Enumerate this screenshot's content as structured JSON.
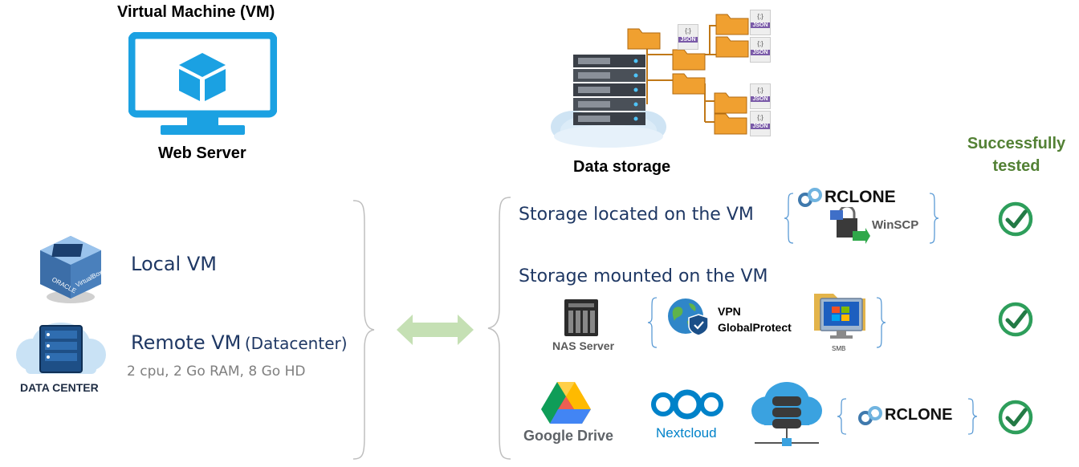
{
  "vm": {
    "title": "Virtual Machine (VM)",
    "subtitle": "Web Server"
  },
  "storage": {
    "title": "Data storage",
    "file_tag": "JSON",
    "file_glyph": "{;}"
  },
  "status": {
    "heading": "Successfully tested",
    "check_color": "#2e9e5b",
    "check_icons": [
      "check-circle-icon",
      "check-circle-icon",
      "check-circle-icon"
    ]
  },
  "left": {
    "local_vm": "Local VM",
    "remote_vm": "Remote VM",
    "remote_vm_suffix": "(Datacenter)",
    "remote_specs": "2 cpu, 2 Go RAM, 8 Go HD",
    "datacenter_label": "DATA CENTER",
    "virtualbox_icon": "virtualbox-icon",
    "datacenter_icon": "datacenter-icon"
  },
  "options": {
    "located": {
      "heading": "Storage located on the VM",
      "rclone": "RCLONE",
      "winscp": "WinSCP"
    },
    "mounted": {
      "heading": "Storage mounted on the VM",
      "nas": "NAS Server",
      "vpn": "VPN",
      "globalprotect": "GlobalProtect",
      "smb": "SMB"
    },
    "cloud": {
      "google_drive": "Google Drive",
      "nextcloud": "Nextcloud",
      "rclone": "RCLONE"
    }
  },
  "colors": {
    "accent_blue": "#1ba1e2",
    "navy_text": "#1f3864",
    "green_text": "#538135",
    "arrow_green": "#c5e0b4",
    "brace_gray": "#bfbfbf",
    "folder_orange": "#f0a030"
  }
}
